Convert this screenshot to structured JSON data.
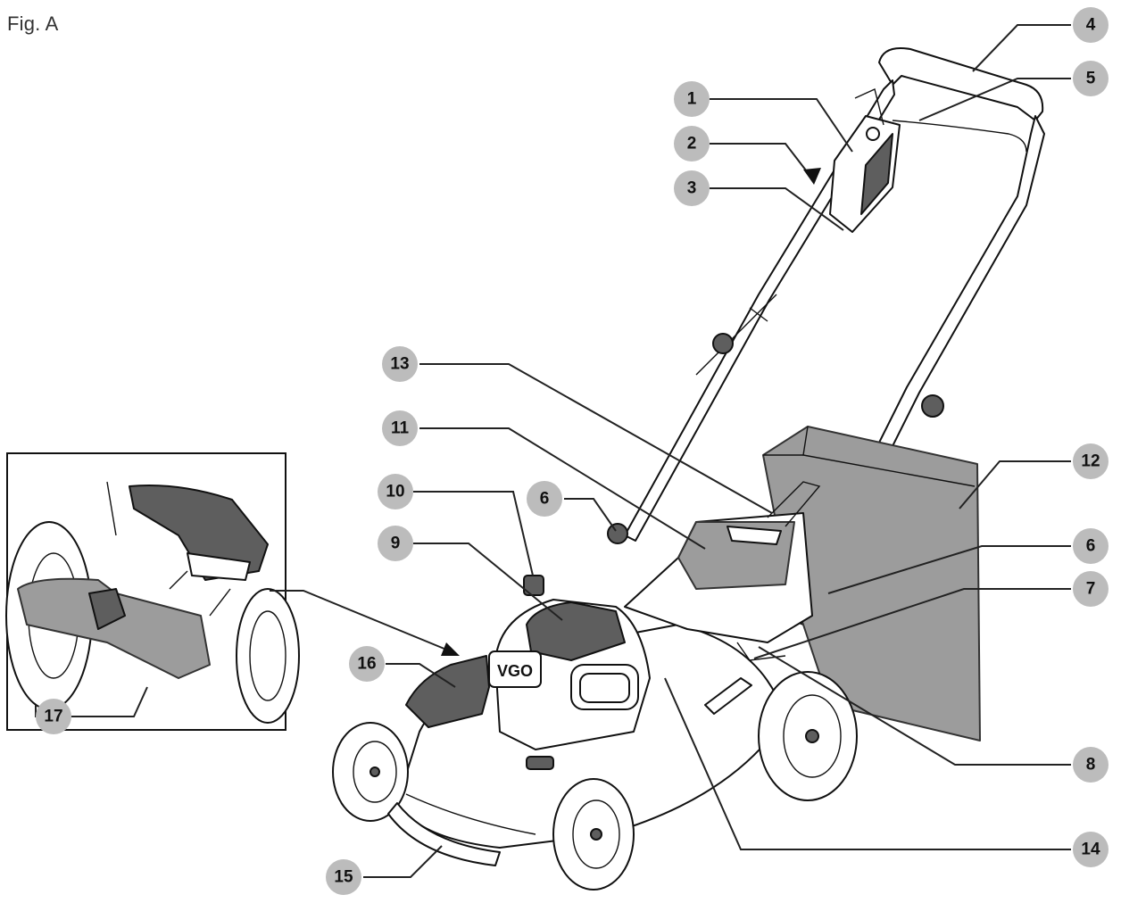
{
  "figure": {
    "caption": "Fig. A"
  },
  "callouts": [
    {
      "label": "1"
    },
    {
      "label": "2"
    },
    {
      "label": "3"
    },
    {
      "label": "4"
    },
    {
      "label": "5"
    },
    {
      "label": "6"
    },
    {
      "label": "6"
    },
    {
      "label": "7"
    },
    {
      "label": "8"
    },
    {
      "label": "9"
    },
    {
      "label": "10"
    },
    {
      "label": "11"
    },
    {
      "label": "12"
    },
    {
      "label": "13"
    },
    {
      "label": "14"
    },
    {
      "label": "15"
    },
    {
      "label": "16"
    },
    {
      "label": "17"
    }
  ],
  "battery_pack": {
    "brand_mark": "VGO"
  },
  "colors": {
    "callout_fill": "#bcbcbc",
    "line": "#111111",
    "bag_fill": "#9c9c9c",
    "dark_part": "#5e5e5e"
  }
}
